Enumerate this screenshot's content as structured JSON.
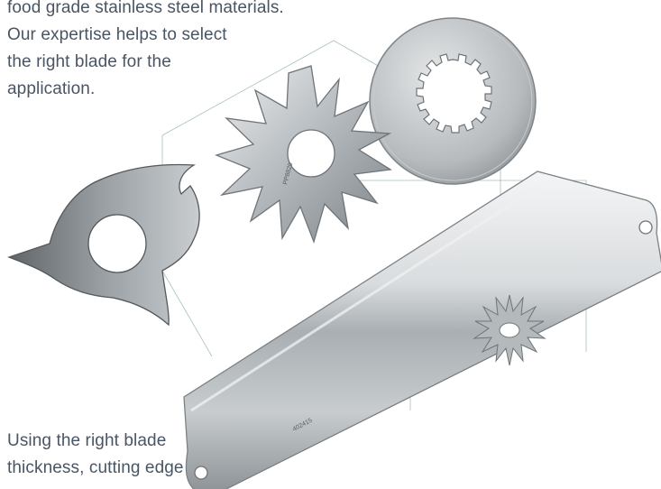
{
  "intro_text": {
    "lines": [
      "food grade stainless steel materials.",
      "Our expertise helps to select",
      "the right blade for the",
      "application."
    ]
  },
  "bottom_text": {
    "lines": [
      "Using the right blade",
      "thickness, cutting edge"
    ]
  },
  "blade_markings": {
    "star_blade_engraving": "PP8829",
    "long_blade_engraving": "402415"
  },
  "colors": {
    "text": "#4a5563",
    "outline_lines": "#8fb3a8",
    "steel_light": "#d7dadc",
    "steel_dark": "#6f7478"
  }
}
